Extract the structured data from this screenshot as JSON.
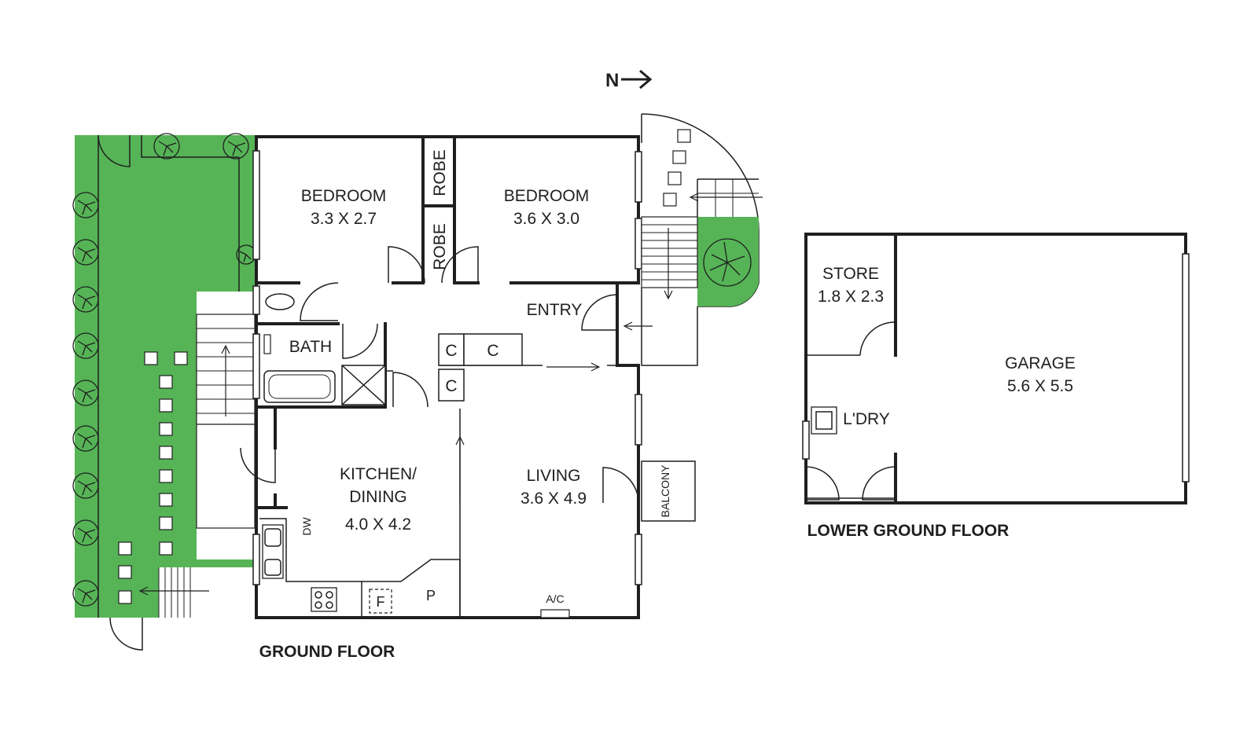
{
  "compass": {
    "label": "N"
  },
  "floors": {
    "ground": "GROUND FLOOR",
    "lower": "LOWER GROUND FLOOR"
  },
  "rooms": {
    "bedroom1": {
      "name": "BEDROOM",
      "size": "3.3 X 2.7"
    },
    "bedroom2": {
      "name": "BEDROOM",
      "size": "3.6 X 3.0"
    },
    "robe1": "ROBE",
    "robe2": "ROBE",
    "entry": "ENTRY",
    "bath": "BATH",
    "cupboards": [
      "C",
      "C",
      "C"
    ],
    "kitchen": {
      "name_line1": "KITCHEN/",
      "name_line2": "DINING",
      "size": "4.0 X 4.2"
    },
    "living": {
      "name": "LIVING",
      "size": "3.6 X 4.9"
    },
    "balcony": "BALCONY",
    "pantry": "P",
    "fridge": "F",
    "dishwasher": "DW",
    "aircon": "A/C",
    "store": {
      "name": "STORE",
      "size": "1.8 X 2.3"
    },
    "laundry": "L'DRY",
    "garage": {
      "name": "GARAGE",
      "size": "5.6 X 5.5"
    }
  },
  "colors": {
    "garden": "#56b456",
    "walls": "#1f1f1f"
  }
}
